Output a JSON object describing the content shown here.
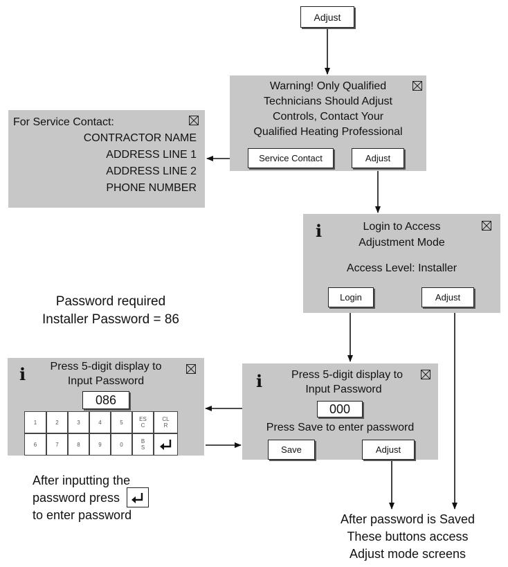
{
  "top_button": {
    "label": "Adjust"
  },
  "warning_panel": {
    "lines": [
      "Warning! Only Qualified",
      "Technicians Should Adjust",
      "Controls, Contact Your",
      "Qualified Heating Professional"
    ],
    "service_button": "Service Contact",
    "adjust_button": "Adjust"
  },
  "service_panel": {
    "lines": [
      "For Service Contact:",
      "CONTRACTOR NAME",
      "ADDRESS LINE 1",
      "ADDRESS LINE 2",
      "PHONE NUMBER"
    ]
  },
  "login_panel": {
    "info": "i",
    "lines": [
      "Login to Access",
      "Adjustment Mode"
    ],
    "access_level": "Access Level: Installer",
    "login_button": "Login",
    "adjust_button": "Adjust"
  },
  "password_note": {
    "lines": [
      "Password required",
      "Installer Password = 86"
    ]
  },
  "keypad_panel": {
    "info": "i",
    "lines": [
      "Press 5-digit display to",
      "Input Password"
    ],
    "display": "086",
    "keys_row1": [
      "1",
      "2",
      "3",
      "4",
      "5",
      "ES\nC",
      "CL\nR"
    ],
    "keys_row2": [
      "6",
      "7",
      "8",
      "9",
      "0",
      "B\nS"
    ]
  },
  "input_panel": {
    "info": "i",
    "lines": [
      "Press 5-digit display to",
      "Input Password"
    ],
    "display": "000",
    "save_text": "Press Save to enter password",
    "save_button": "Save",
    "adjust_button": "Adjust"
  },
  "bottom_left_note": {
    "lines": [
      "After inputting the",
      "password press",
      "to enter password"
    ]
  },
  "bottom_right_note": {
    "lines": [
      "After password is Saved",
      "These buttons access",
      "Adjust mode screens"
    ]
  }
}
